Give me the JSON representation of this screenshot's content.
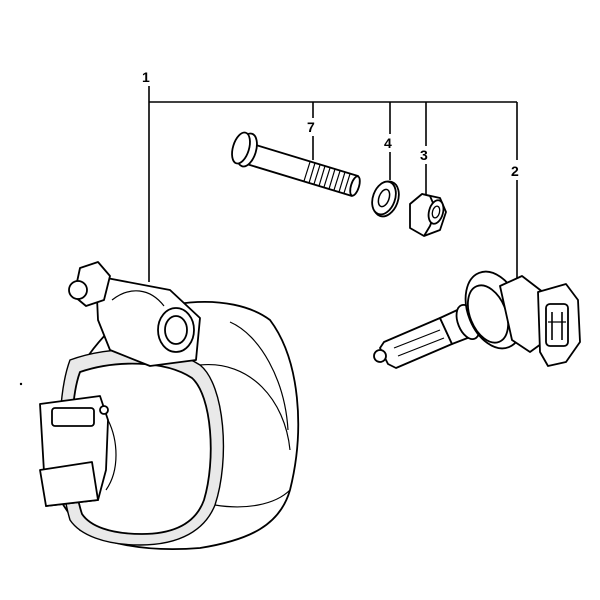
{
  "diagram": {
    "callouts": [
      {
        "id": "1",
        "label": "1"
      },
      {
        "id": "7",
        "label": "7"
      },
      {
        "id": "4",
        "label": "4"
      },
      {
        "id": "3",
        "label": "3"
      },
      {
        "id": "2",
        "label": "2"
      }
    ],
    "parts": [
      {
        "callout": "1",
        "icon": "fog-lamp-housing-icon"
      },
      {
        "callout": "7",
        "icon": "bolt-icon"
      },
      {
        "callout": "4",
        "icon": "washer-icon"
      },
      {
        "callout": "3",
        "icon": "nut-icon"
      },
      {
        "callout": "2",
        "icon": "bulb-icon"
      }
    ]
  }
}
